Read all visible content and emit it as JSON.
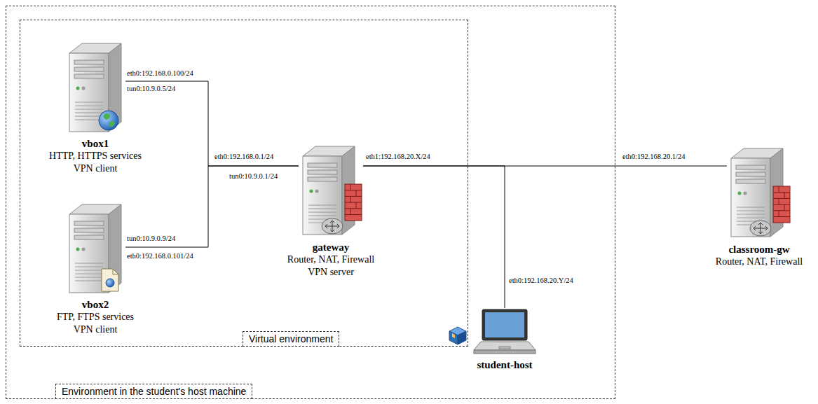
{
  "diagram": {
    "nodes": [
      {
        "text": [
          "Environment in the student's host machine"
        ]
      },
      {
        "text": [
          "Virtual environment"
        ],
        "in": 0
      },
      {
        "text": [
          "vbox1",
          "HTTP, HTTPS services VPN client"
        ],
        "in": 1
      },
      {
        "text": [
          "vbox2",
          "FTP, FTPS services VPN client"
        ],
        "in": 1
      },
      {
        "text": [
          "gateway",
          "Router, NAT, Firewall VPN server"
        ],
        "in": 1
      },
      {
        "text": [
          "student-host"
        ],
        "in": 0
      },
      {
        "text": [
          "classroom-gw",
          "Router, NAT, Firewall"
        ]
      }
    ],
    "edges": [
      {
        "from": 2,
        "to": 4,
        "arrow": "none"
      },
      {
        "from": 3,
        "to": 4,
        "arrow": "none"
      },
      {
        "from": 4,
        "to": 6,
        "arrow": "none"
      },
      {
        "from": 4,
        "to": 5,
        "arrow": "none"
      }
    ],
    "labels": [
      "eth0:192.168.0.100/24",
      "tun0:10.9.0.5/24",
      "eth0:192.168.0.1/24",
      "tun0:10.9.0.1/24",
      "eth1:192.168.20.X/24",
      "eth0:192.168.20.1/24",
      "tun0:10.9.0.9/24",
      "eth0:192.168.0.101/24",
      "eth0:192.168.20.Y/24"
    ]
  }
}
